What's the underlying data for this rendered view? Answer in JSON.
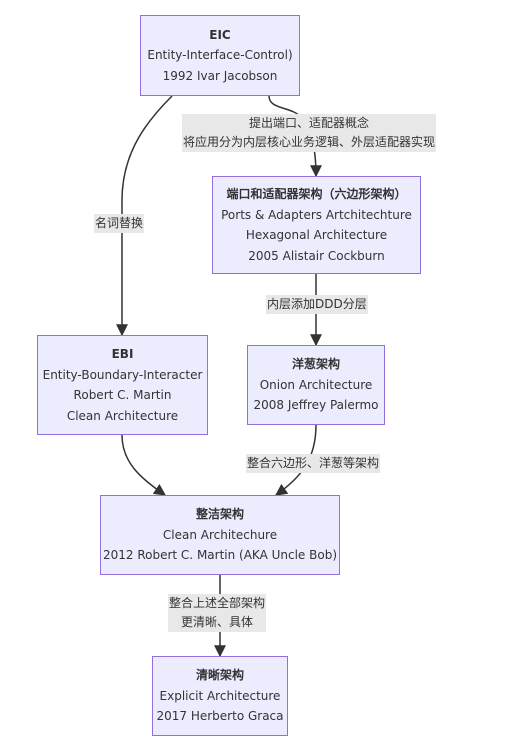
{
  "nodes": {
    "eic": {
      "title": "EIC",
      "lines": [
        "Entity-Interface-Control)",
        "1992 Ivar Jacobson"
      ]
    },
    "hex": {
      "title": "端口和适配器架构（六边形架构）",
      "lines": [
        "Ports & Adapters Artchitechture",
        "Hexagonal Architecture",
        "2005 Alistair Cockburn"
      ]
    },
    "ebi": {
      "title": "EBI",
      "lines": [
        "Entity-Boundary-Interacter",
        "Robert C. Martin",
        "Clean Architecture"
      ]
    },
    "onion": {
      "title": "洋葱架构",
      "lines": [
        "Onion Architecture",
        "2008 Jeffrey Palermo"
      ]
    },
    "clean": {
      "title": "整洁架构",
      "lines": [
        "Clean Architechure",
        "2012 Robert C. Martin (AKA Uncle Bob)"
      ]
    },
    "explicit": {
      "title": "清晰架构",
      "lines": [
        "Explicit Architecture",
        "2017 Herberto Graca"
      ]
    }
  },
  "edges": {
    "eic_hex": [
      "提出端口、适配器概念",
      "将应用分为内层核心业务逻辑、外层适配器实现"
    ],
    "eic_ebi": [
      "名词替换"
    ],
    "hex_onion": [
      "内层添加DDD分层"
    ],
    "onion_clean": [
      "整合六边形、洋葱等架构"
    ],
    "clean_explicit": [
      "整合上述全部架构",
      "更清晰、具体"
    ]
  }
}
